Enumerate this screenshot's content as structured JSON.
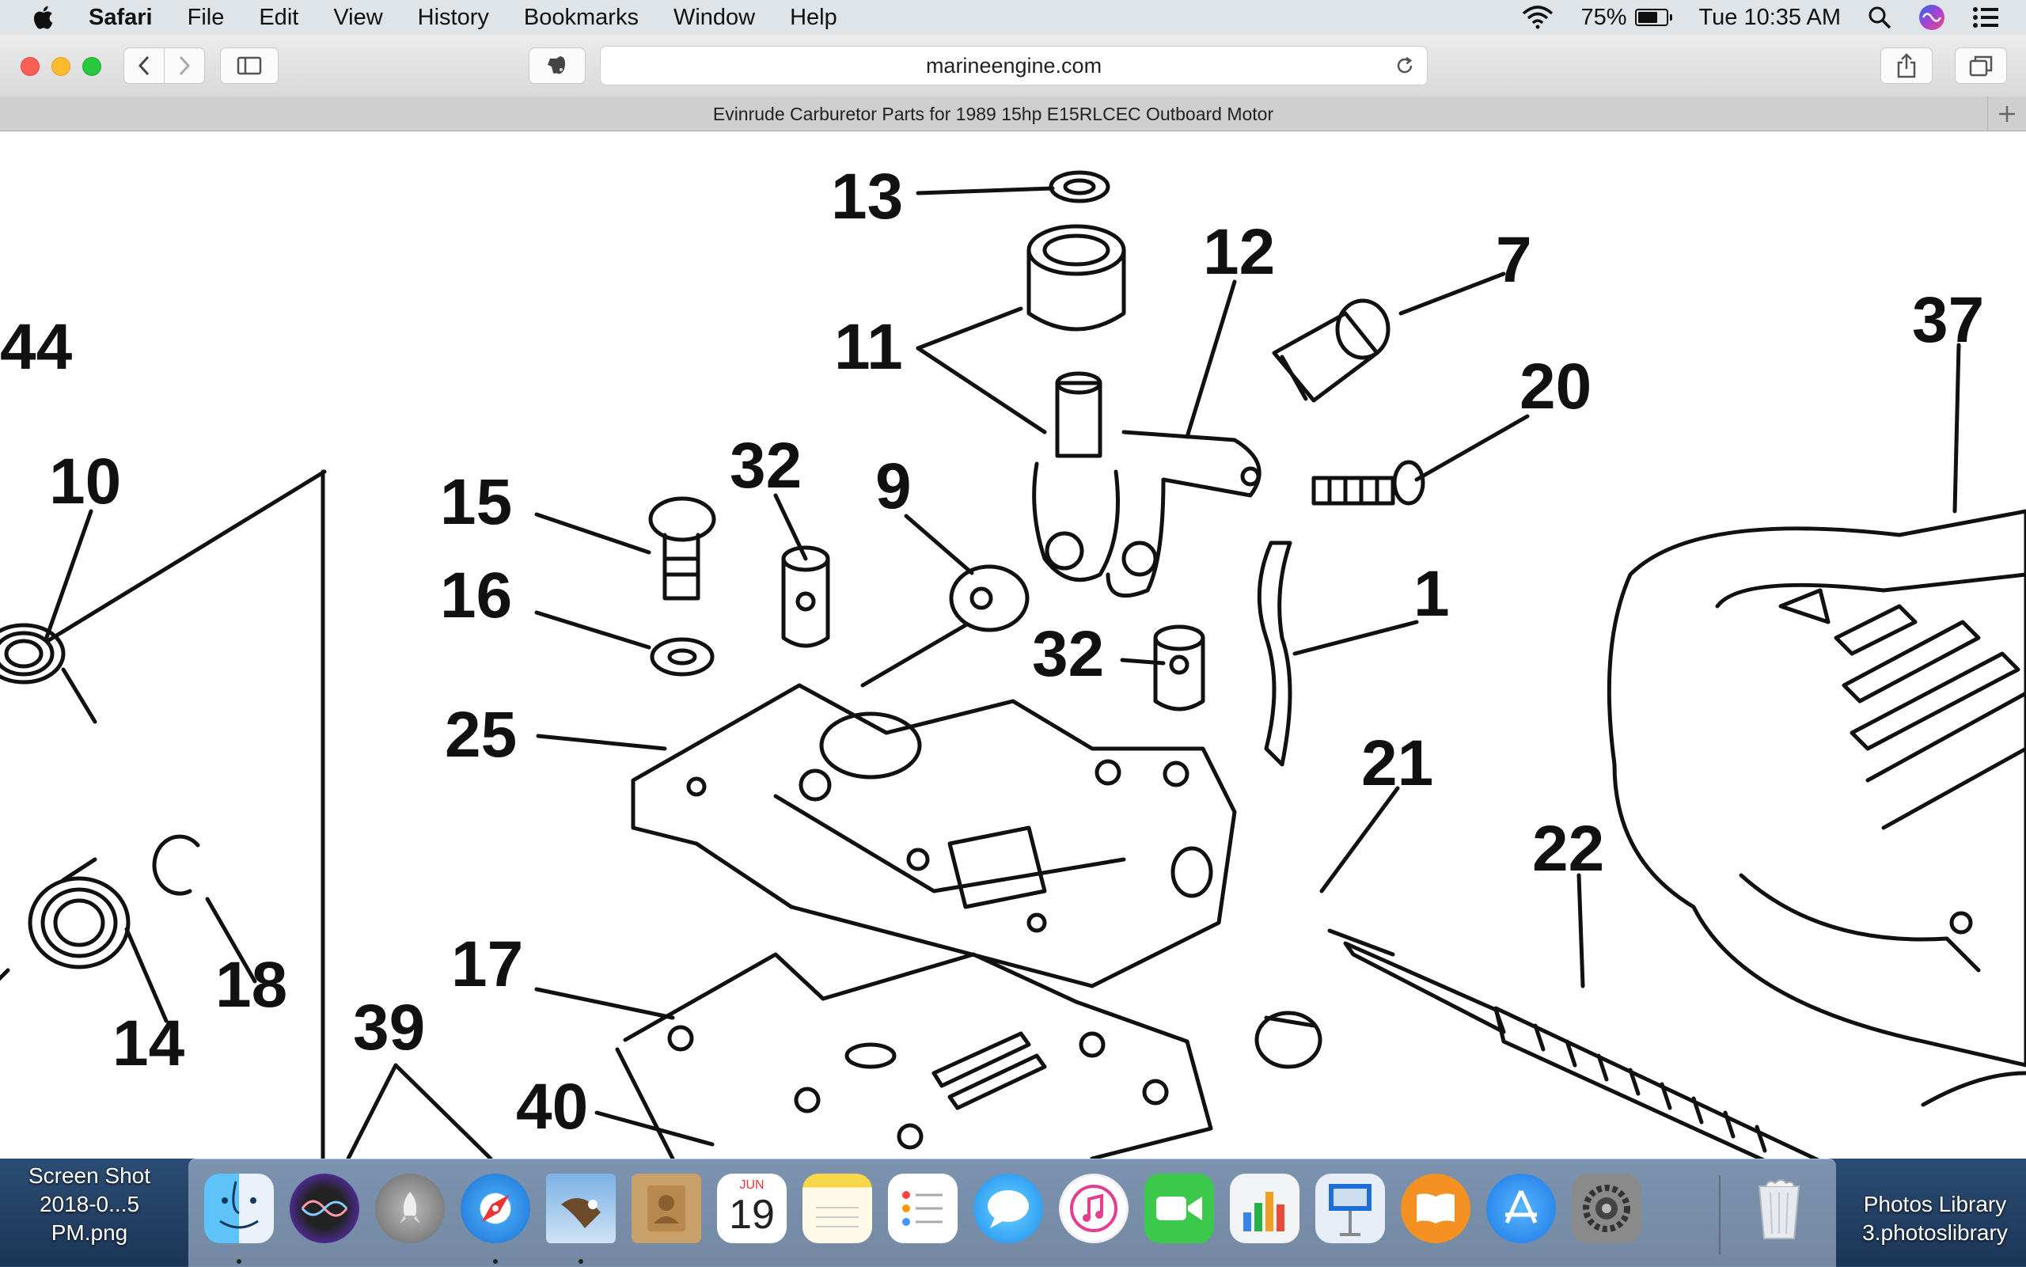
{
  "menubar": {
    "app_name": "Safari",
    "menus": [
      "File",
      "Edit",
      "View",
      "History",
      "Bookmarks",
      "Window",
      "Help"
    ],
    "battery_percent": "75%",
    "battery_level": 0.75,
    "clock": "Tue 10:35 AM"
  },
  "toolbar": {
    "address": "marineengine.com"
  },
  "tab": {
    "title": "Evinrude Carburetor Parts for 1989 15hp E15RLCEC Outboard Motor"
  },
  "diagram": {
    "labels": [
      "13",
      "12",
      "7",
      "11",
      "37",
      "44",
      "20",
      "10",
      "32",
      "9",
      "15",
      "1",
      "16",
      "32",
      "25",
      "21",
      "22",
      "18",
      "17",
      "14",
      "39",
      "40"
    ]
  },
  "desktop": {
    "left_file": [
      "Screen Shot",
      "2018-0...5 PM.png"
    ],
    "right_file": [
      "Photos Library",
      "3.photoslibrary"
    ]
  },
  "dock": {
    "apps": [
      "Finder",
      "Siri",
      "Launchpad",
      "Safari",
      "Mail",
      "Contacts",
      "Calendar",
      "Notes",
      "Reminders",
      "Messages",
      "iTunes",
      "FaceTime",
      "Numbers",
      "Keynote",
      "iBooks",
      "App Store",
      "System Preferences",
      "Trash"
    ],
    "calendar_month": "JUN",
    "calendar_day": "19"
  }
}
